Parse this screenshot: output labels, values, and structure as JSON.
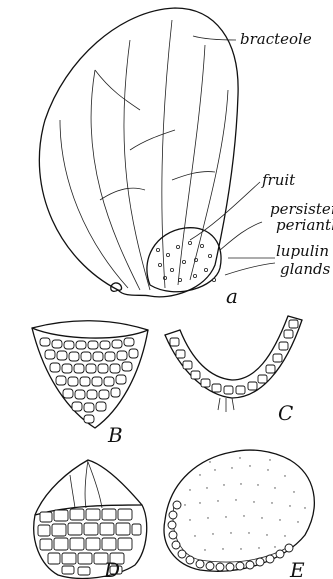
{
  "labels": {
    "bracteole": "bracteole",
    "fruit": "fruit",
    "persistent_perianth_1": "persistent",
    "persistent_perianth_2": "perianth",
    "lupulin_glands_1": "lupulin",
    "lupulin_glands_2": "glands"
  },
  "panel_letters": {
    "a": "a",
    "b": "B",
    "c": "C",
    "d": "D",
    "e": "E"
  }
}
